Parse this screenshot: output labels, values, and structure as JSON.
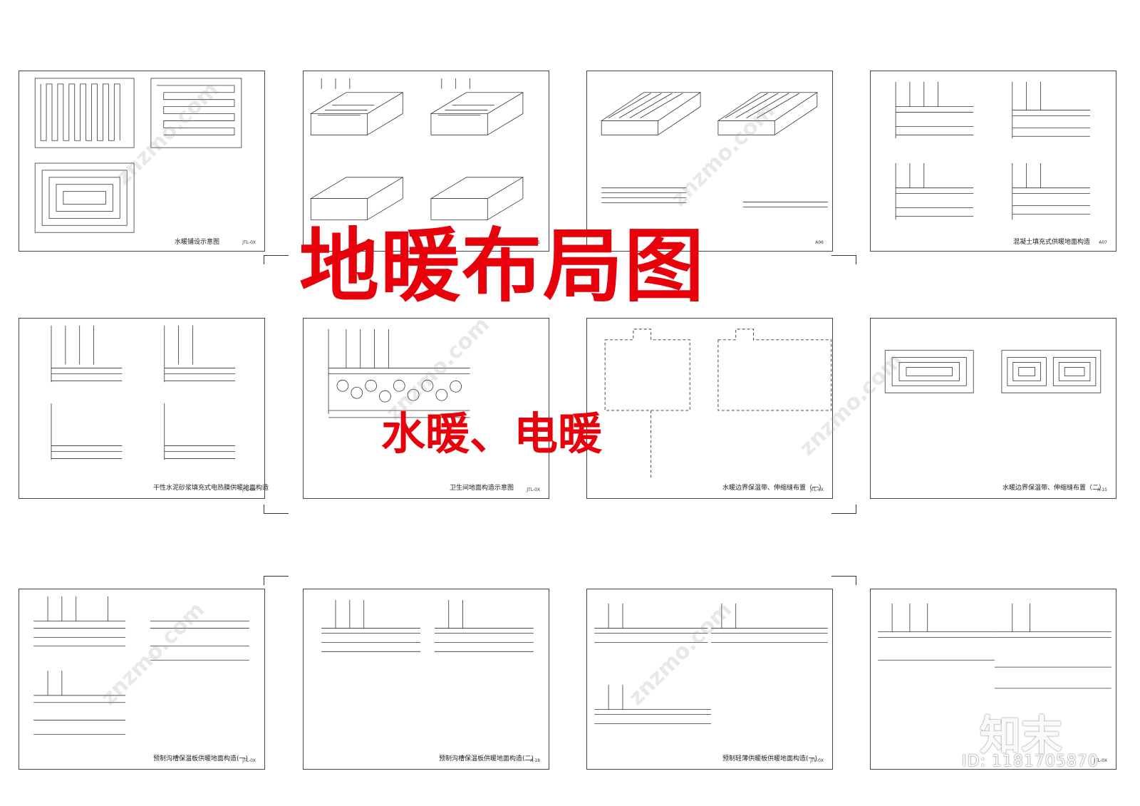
{
  "headline": "地暖布局图",
  "subheadline": "水暖、电暖",
  "brand": "知末",
  "id_text": "ID: 1181705870",
  "watermark": "znzmo.com",
  "sheets": [
    {
      "title": "水暖铺设示意图",
      "code": "JTL-0X"
    },
    {
      "title": "",
      "code": "A05"
    },
    {
      "title": "",
      "code": "A06"
    },
    {
      "title": "混凝土填充式供暖地面构造",
      "code": "A07"
    },
    {
      "title": "干性水泥砂浆填充式电热膜供暖地面构造",
      "code": "JTL-0X"
    },
    {
      "title": "卫生间地面构造示意图",
      "code": "JTL-0X"
    },
    {
      "title": "水暖边界保温带、伸缩缝布置（一）",
      "code": "JTL-0X"
    },
    {
      "title": "水暖边界保温带、伸缩缝布置（二）",
      "code": "A-15"
    },
    {
      "title": "预制沟槽保温板供暖地面构造(一)",
      "code": "JTL-0X"
    },
    {
      "title": "预制沟槽保温板供暖地面构造(二)",
      "code": "A-18"
    },
    {
      "title": "预制轻薄供暖板供暖地面构造(一)",
      "code": "JTL-0X"
    },
    {
      "title": "",
      "code": "JTL-0X"
    }
  ]
}
